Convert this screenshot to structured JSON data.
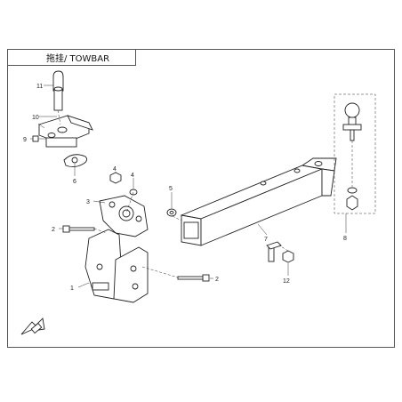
{
  "title": "拖挂/ TOWBAR",
  "callouts": {
    "c1": "1",
    "c2a": "2",
    "c2b": "2",
    "c3": "3",
    "c4a": "4",
    "c4b": "4",
    "c5": "5",
    "c6": "6",
    "c7": "7",
    "c8": "8",
    "c9": "9",
    "c10": "10",
    "c11": "11",
    "c12": "12"
  },
  "icons": {
    "direction": "forward-arrow-icon"
  }
}
